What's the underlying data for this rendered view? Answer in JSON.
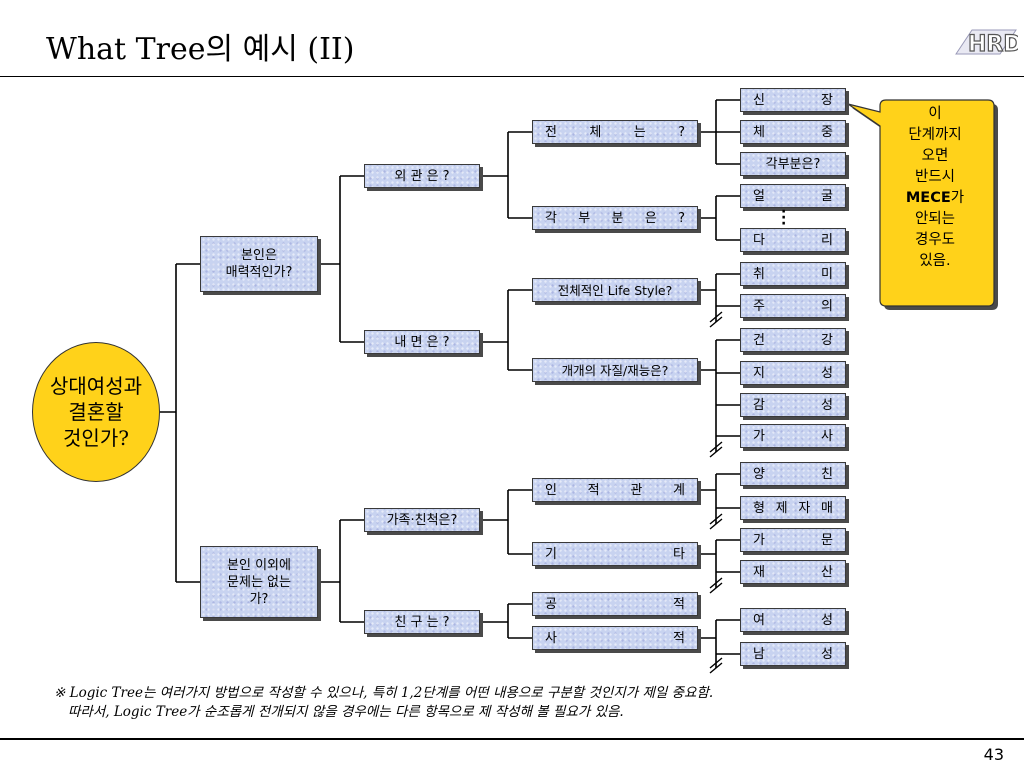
{
  "header": {
    "title": "What Tree의 예시 (II)",
    "logo_text": "HRD"
  },
  "root": {
    "label": "상대여성과\n결혼할\n것인가?"
  },
  "level1": [
    "본인은\n매력적인가?",
    "본인 이외에\n문제는 없는\n가?"
  ],
  "level2": [
    "외 관 은 ?",
    "내 면 은 ?",
    "가족·친척은?",
    "친 구 는 ?"
  ],
  "level3": [
    "전 체 는 ?",
    "각 부 분 은 ?",
    "전체적인 Life Style?",
    "개개의 자질/재능은?",
    "인 적 관 계",
    "기 타",
    "공 적",
    "사 적"
  ],
  "level4": [
    "신 장",
    "체 중",
    "각부분은?",
    "얼 굴",
    "다 리",
    "취 미",
    "주 의",
    "건 강",
    "지 성",
    "감 성",
    "가 사",
    "양 친",
    "형 제 자 매",
    "가 문",
    "재 산",
    "여 성",
    "남 성"
  ],
  "callout": "이\n단계까지\n오면\n반드시\nMECE가\n안되는\n경우도\n있음.",
  "footnote": {
    "line1": "※ Logic Tree는 여러가지 방법으로 작성할 수 있으나, 특히 1,2단계를 어떤 내용으로 구분할 것인지가 제일 중요함.",
    "line2": "따라서, Logic Tree가 순조롭게 전개되지 않을 경우에는 다른 항목으로 제 작성해 볼 필요가 있음."
  },
  "page_number": "43",
  "colors": {
    "node_fill": "#c8d3f0",
    "root_fill": "#ffd21a",
    "callout_fill": "#ffd21a"
  }
}
